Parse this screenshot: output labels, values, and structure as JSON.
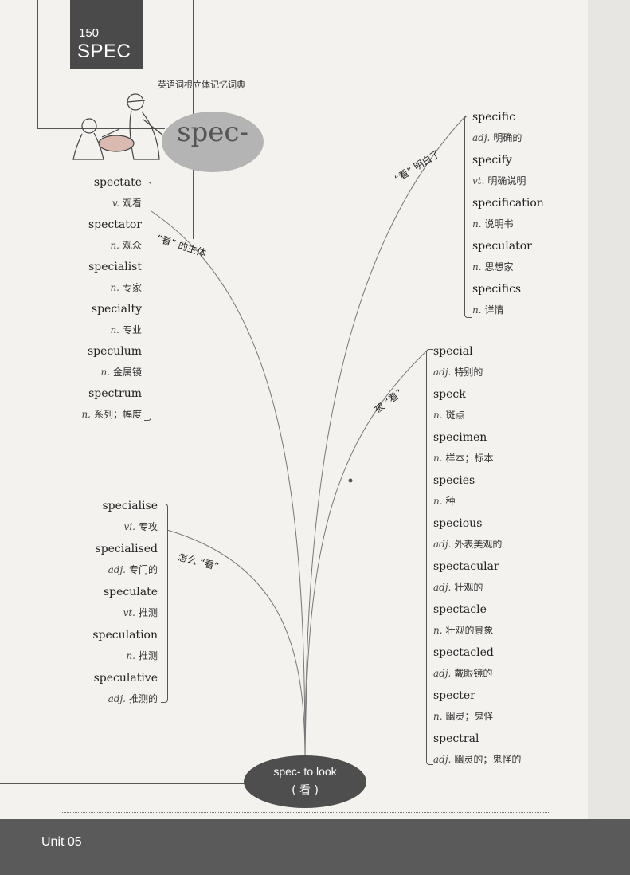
{
  "header": {
    "page_number": "150",
    "section_code": "SPEC",
    "book_title": "英语词根立体记忆词典"
  },
  "root": {
    "heading": "spec-",
    "meaning_line1": "spec- to look",
    "meaning_line2": "( 看 )"
  },
  "branches": {
    "subject": {
      "label": "“看” 的主体",
      "items": [
        {
          "word": "spectate",
          "pos": "v.",
          "gloss": "观看"
        },
        {
          "word": "spectator",
          "pos": "n.",
          "gloss": "观众"
        },
        {
          "word": "specialist",
          "pos": "n.",
          "gloss": "专家"
        },
        {
          "word": "specialty",
          "pos": "n.",
          "gloss": "专业"
        },
        {
          "word": "speculum",
          "pos": "n.",
          "gloss": "金属镜"
        },
        {
          "word": "spectrum",
          "pos": "n.",
          "gloss": "系列；幅度"
        }
      ]
    },
    "clear": {
      "label": "“看” 明白了",
      "items": [
        {
          "word": "specific",
          "pos": "adj.",
          "gloss": "明确的"
        },
        {
          "word": "specify",
          "pos": "vt.",
          "gloss": "明确说明"
        },
        {
          "word": "specification",
          "pos": "n.",
          "gloss": "说明书"
        },
        {
          "word": "speculator",
          "pos": "n.",
          "gloss": "思想家"
        },
        {
          "word": "specifics",
          "pos": "n.",
          "gloss": "详情"
        }
      ]
    },
    "seen": {
      "label": "被 “看”",
      "items": [
        {
          "word": "special",
          "pos": "adj.",
          "gloss": "特别的"
        },
        {
          "word": "speck",
          "pos": "n.",
          "gloss": "斑点"
        },
        {
          "word": "specimen",
          "pos": "n.",
          "gloss": "样本；标本"
        },
        {
          "word": "species",
          "pos": "n.",
          "gloss": "种"
        },
        {
          "word": "specious",
          "pos": "adj.",
          "gloss": "外表美观的"
        },
        {
          "word": "spectacular",
          "pos": "adj.",
          "gloss": "壮观的"
        },
        {
          "word": "spectacle",
          "pos": "n.",
          "gloss": "壮观的景象"
        },
        {
          "word": "spectacled",
          "pos": "adj.",
          "gloss": "戴眼镜的"
        },
        {
          "word": "specter",
          "pos": "n.",
          "gloss": "幽灵；鬼怪"
        },
        {
          "word": "spectral",
          "pos": "adj.",
          "gloss": "幽灵的；鬼怪的"
        }
      ]
    },
    "how": {
      "label": "怎么 “看”",
      "items": [
        {
          "word": "specialise",
          "pos": "vi.",
          "gloss": "专攻"
        },
        {
          "word": "specialised",
          "pos": "adj.",
          "gloss": "专门的"
        },
        {
          "word": "speculate",
          "pos": "vt.",
          "gloss": "推测"
        },
        {
          "word": "speculation",
          "pos": "n.",
          "gloss": "推测"
        },
        {
          "word": "speculative",
          "pos": "adj.",
          "gloss": "推测的"
        }
      ]
    }
  },
  "footer": {
    "unit": "Unit 05"
  },
  "colors": {
    "header_box": "#4a4a4a",
    "root_ellipse": "#4e4e4e",
    "spec_ellipse": "#b4b4b4",
    "footer": "#5a5a5a"
  }
}
